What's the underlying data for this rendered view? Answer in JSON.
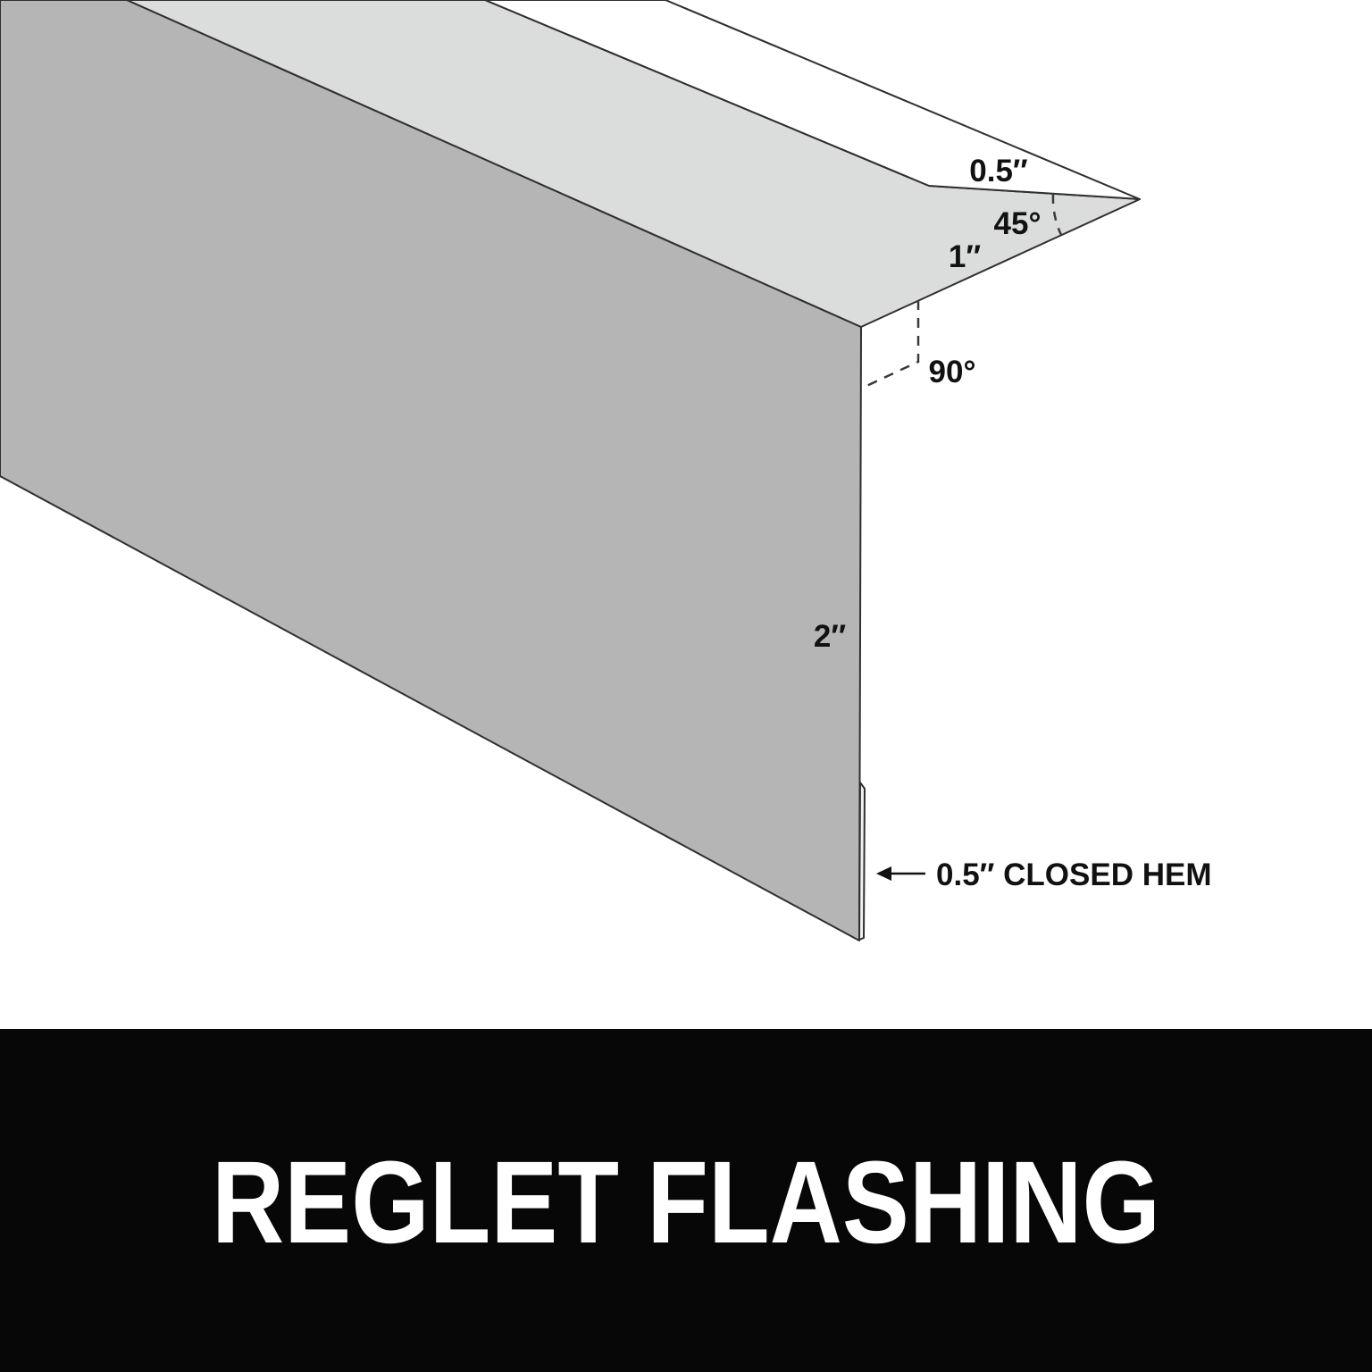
{
  "diagram": {
    "dimension_labels": {
      "top_hem_width": "0.5″",
      "tip_angle": "45°",
      "top_face_width": "1″",
      "corner_angle": "90°",
      "front_face_height": "2″",
      "bottom_hem_note": "0.5″ CLOSED HEM"
    },
    "colors": {
      "front_face_fill": "#b5b5b5",
      "top_face_fill": "#dbdcdc",
      "top_hem_face_fill": "#ffffff",
      "bottom_hem_fill": "#f2f2f2",
      "outline": "#2f2f2f",
      "dashed_guide": "#3a3a3a",
      "label_text": "#111111"
    }
  },
  "banner": {
    "title": "REGLET FLASHING",
    "background": "#070707",
    "text_color": "#ffffff"
  }
}
